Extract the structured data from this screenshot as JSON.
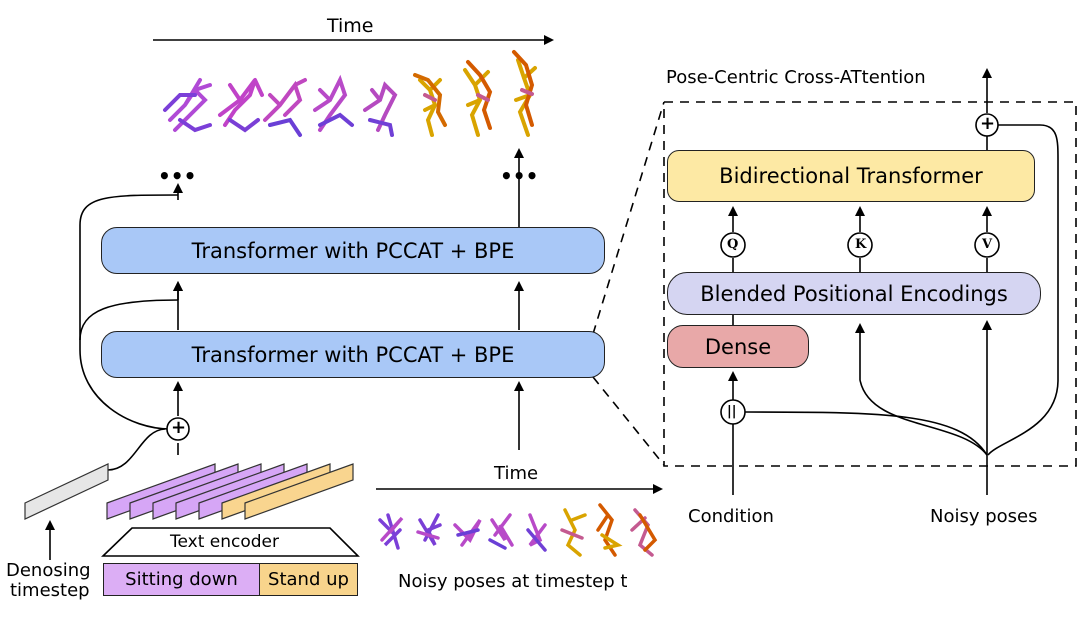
{
  "left": {
    "time_top": "Time",
    "transformer_top": "Transformer with PCCAT + BPE",
    "transformer_bottom": "Transformer with PCCAT + BPE",
    "ellipsis_left": "•••",
    "ellipsis_right": "•••",
    "plus_symbol": "+",
    "denoising_label_1": "Denosing",
    "denoising_label_2": "timestep",
    "text_encoder": "Text encoder",
    "prompt_segments": [
      {
        "text": "Sitting down",
        "color": "#dcaef5"
      },
      {
        "text": "Stand up",
        "color": "#f8d48c"
      }
    ],
    "time_bottom": "Time",
    "noisy_caption": "Noisy poses at timestep t"
  },
  "right": {
    "title": "Pose-Centric Cross-ATtention",
    "bidirectional": "Bidirectional Transformer",
    "blended": "Blended Positional Encodings",
    "dense": "Dense",
    "q": "Q",
    "k": "K",
    "v": "V",
    "plus_symbol": "+",
    "concat_symbol": "||",
    "condition": "Condition",
    "noisy_poses": "Noisy poses"
  },
  "colors": {
    "transformer": "#a9c8f7",
    "bidirectional": "#fde9a4",
    "blended": "#d5d5f2",
    "dense": "#e8a8a8",
    "timestep_embed": "#e6e6e6",
    "purple_token": "#d6a6f6",
    "orange_token": "#f9d58f"
  }
}
